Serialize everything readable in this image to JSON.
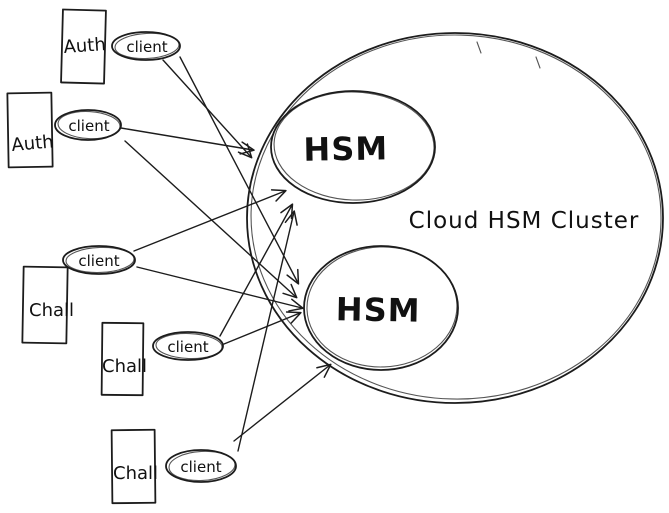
{
  "diagram": {
    "cluster": {
      "label": "Cloud HSM Cluster"
    },
    "hsm_nodes": [
      {
        "label": "HSM"
      },
      {
        "label": "HSM"
      }
    ],
    "clients": [
      {
        "type_label": "Auth",
        "node_label": "client"
      },
      {
        "type_label": "Auth",
        "node_label": "client"
      },
      {
        "type_label": "Chall",
        "node_label": "client"
      },
      {
        "type_label": "Chall",
        "node_label": "client"
      },
      {
        "type_label": "Chall",
        "node_label": "client"
      }
    ],
    "colors": {
      "stroke": "#1c1c1c",
      "background": "#ffffff"
    }
  }
}
